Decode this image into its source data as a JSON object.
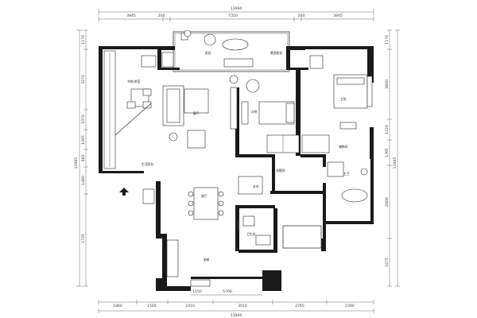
{
  "dimensions": {
    "top_total": "13960",
    "top_segments": [
      "3845",
      "200",
      "7350",
      "200",
      "3845"
    ],
    "bottom_total": "13960",
    "bottom_segments": [
      "1860",
      "1565",
      "2410",
      "3010",
      "2765",
      "2390"
    ],
    "bottom_sub_1": "1150",
    "bottom_sub_2": "5700",
    "left_total": "13965",
    "left_segments": [
      "1170",
      "3270",
      "1070",
      "1065",
      "960",
      "1480",
      "1725"
    ],
    "right_total": "13965",
    "right_segments": [
      "1170",
      "3800",
      "1120",
      "1395",
      "2600",
      "1675"
    ]
  },
  "rooms": {
    "balcony_top": "阳台",
    "balcony_top_2": "景观阳台",
    "study": "书房/茶室",
    "living": "客厅",
    "master_bed": "主卧",
    "second_bed": "次卧",
    "dining": "餐厅",
    "kitchen": "厨房",
    "entry": "玄关",
    "bath_1": "卫生间",
    "bath_2": "主卫",
    "cloak": "衣帽间",
    "storage": "储物间",
    "laundry": "生活阳台"
  },
  "colors": {
    "wall": "#1a1a1a",
    "line": "#3a3a3a",
    "dimension": "#6a6a6a"
  }
}
